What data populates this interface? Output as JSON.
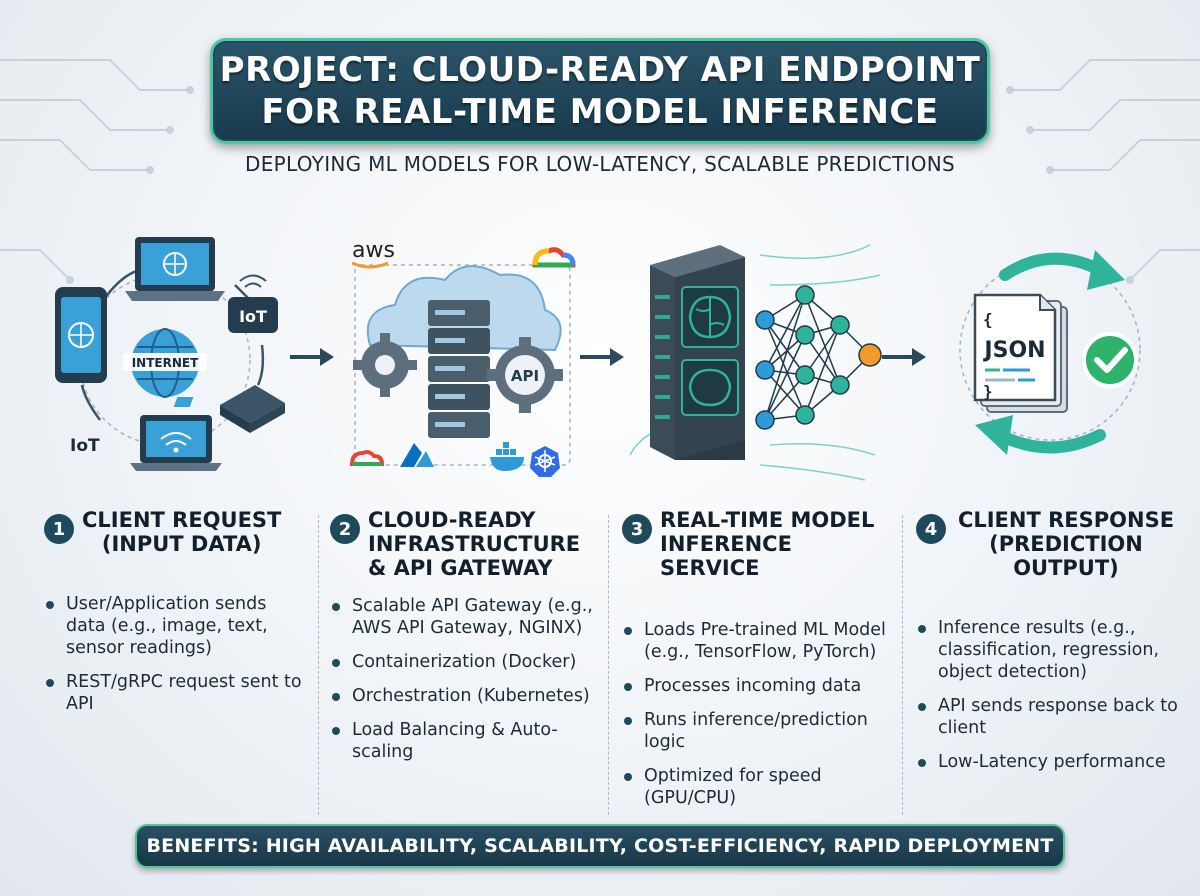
{
  "title": {
    "line1": "PROJECT: CLOUD-READY API ENDPOINT",
    "line2": "FOR REAL-TIME MODEL INFERENCE"
  },
  "subtitle": "DEPLOYING ML MODELS FOR LOW-LATENCY, SCALABLE PREDICTIONS",
  "illustrations": {
    "client": {
      "internet_label": "INTERNET",
      "iot_label_1": "IoT",
      "iot_label_2": "IoT"
    },
    "cloud": {
      "aws_label": "aws",
      "api_label": "API"
    },
    "response": {
      "json_open": "{",
      "json_label": "JSON",
      "json_close": "}"
    }
  },
  "steps": [
    {
      "number": "1",
      "heading_line1": "CLIENT REQUEST",
      "heading_line2": "(INPUT DATA)",
      "bullets": [
        "User/Application sends data (e.g., image, text, sensor readings)",
        "REST/gRPC request sent to API"
      ]
    },
    {
      "number": "2",
      "heading_line1": "CLOUD-READY",
      "heading_line2": "INFRASTRUCTURE",
      "heading_line3": "& API GATEWAY",
      "bullets": [
        "Scalable API Gateway (e.g., AWS API Gateway, NGINX)",
        "Containerization (Docker)",
        "Orchestration (Kubernetes)",
        "Load Balancing & Auto-scaling"
      ]
    },
    {
      "number": "3",
      "heading_line1": "REAL-TIME MODEL",
      "heading_line2": "INFERENCE SERVICE",
      "bullets": [
        "Loads Pre-trained ML Model (e.g., TensorFlow, PyTorch)",
        "Processes incoming data",
        "Runs inference/prediction logic",
        "Optimized for speed (GPU/CPU)"
      ]
    },
    {
      "number": "4",
      "heading_line1": "CLIENT RESPONSE",
      "heading_line2": "(PREDICTION OUTPUT)",
      "bullets": [
        "Inference results (e.g., classification, regression, object detection)",
        "API sends response back to client",
        "Low-Latency performance"
      ]
    }
  ],
  "benefits": "BENEFITS: HIGH AVAILABILITY, SCALABILITY, COST-EFFICIENCY, RAPID DEPLOYMENT",
  "colors": {
    "banner": "#1f4a5c",
    "accent": "#4fc7a0",
    "node_blue": "#2e9bd6",
    "node_teal": "#2fb39a",
    "node_orange": "#f39a2b",
    "check_green": "#2fb36b"
  }
}
